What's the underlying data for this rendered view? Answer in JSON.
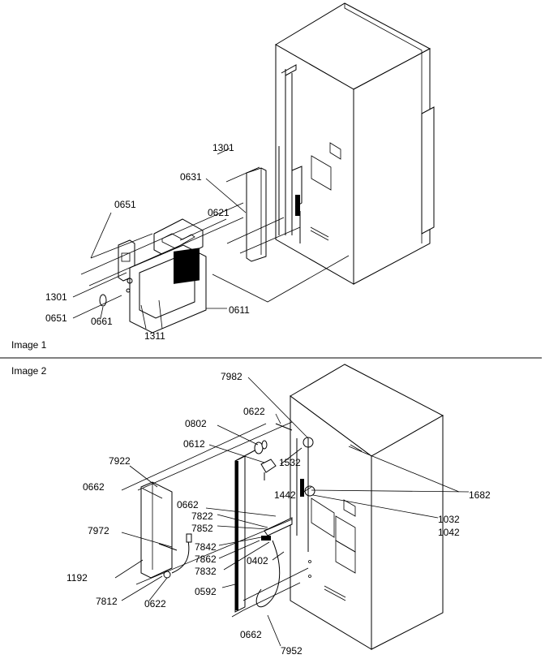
{
  "figure1": {
    "caption": "Image 1",
    "labels": [
      "1301",
      "0631",
      "0651",
      "0621",
      "1301",
      "0651",
      "0661",
      "1311",
      "0611"
    ]
  },
  "figure2": {
    "caption": "Image 2",
    "labels": [
      "7982",
      "0622",
      "0802",
      "0612",
      "7922",
      "0662",
      "1532",
      "1442",
      "1682",
      "0662",
      "7822",
      "7852",
      "1032",
      "1042",
      "7972",
      "7842",
      "7862",
      "7832",
      "0402",
      "1192",
      "7812",
      "0622",
      "0592",
      "0662",
      "7952"
    ]
  }
}
